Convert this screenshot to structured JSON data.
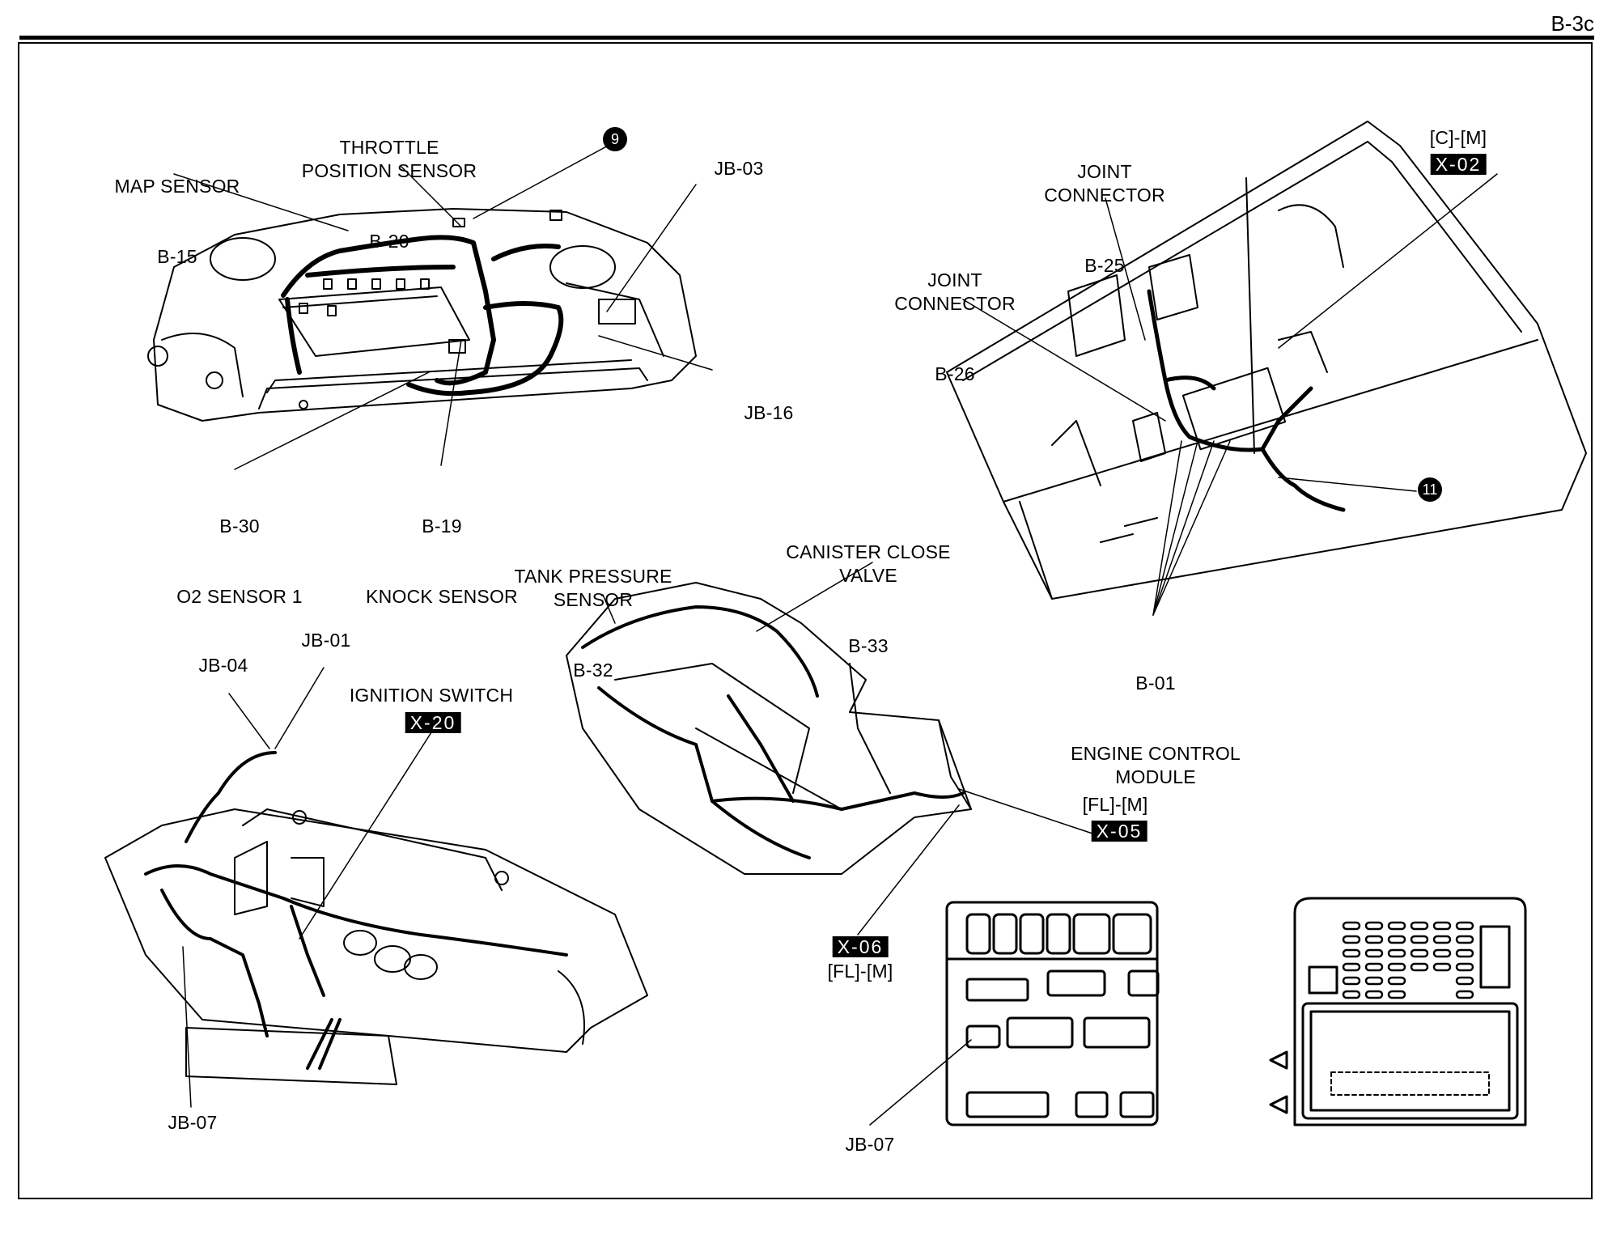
{
  "page": {
    "id": "B-3c"
  },
  "engine_bay": {
    "labels": [
      {
        "id": "map-sensor",
        "name": "MAP SENSOR",
        "code": "B-15"
      },
      {
        "id": "tps",
        "name": "THROTTLE\nPOSITION SENSOR",
        "code": "B-20"
      },
      {
        "id": "jb-03",
        "code": "JB-03"
      },
      {
        "id": "jb-16",
        "code": "JB-16"
      },
      {
        "id": "o2-sensor",
        "code": "B-30",
        "name": "O2 SENSOR 1"
      },
      {
        "id": "knock-sensor",
        "code": "B-19",
        "name": "KNOCK SENSOR"
      }
    ],
    "badge": "9"
  },
  "floor": {
    "labels": [
      {
        "id": "joint-b25",
        "name": "JOINT\nCONNECTOR",
        "code": "B-25"
      },
      {
        "id": "joint-b26",
        "name": "JOINT\nCONNECTOR",
        "code": "B-26"
      },
      {
        "id": "ecm",
        "code": "B-01",
        "name": "ENGINE CONTROL\nMODULE"
      }
    ],
    "connector": {
      "location": "[C]-[M]",
      "code": "X-02"
    },
    "badge": "11"
  },
  "underbody": {
    "labels": [
      {
        "id": "tank-pressure",
        "name": "TANK PRESSURE\nSENSOR",
        "code": "B-32"
      },
      {
        "id": "canister-valve",
        "name": "CANISTER CLOSE\nVALVE",
        "code": "B-33"
      }
    ],
    "connectors": [
      {
        "location": "[FL]-[M]",
        "code": "X-05"
      },
      {
        "location": "[FL]-[M]",
        "code": "X-06"
      }
    ]
  },
  "dashboard": {
    "labels": [
      {
        "id": "jb-04",
        "code": "JB-04"
      },
      {
        "id": "jb-01",
        "code": "JB-01"
      },
      {
        "id": "jb-07",
        "code": "JB-07"
      }
    ],
    "ignition": {
      "name": "IGNITION SWITCH",
      "code": "X-20"
    }
  },
  "junction_box": {
    "label": "JB-07"
  }
}
